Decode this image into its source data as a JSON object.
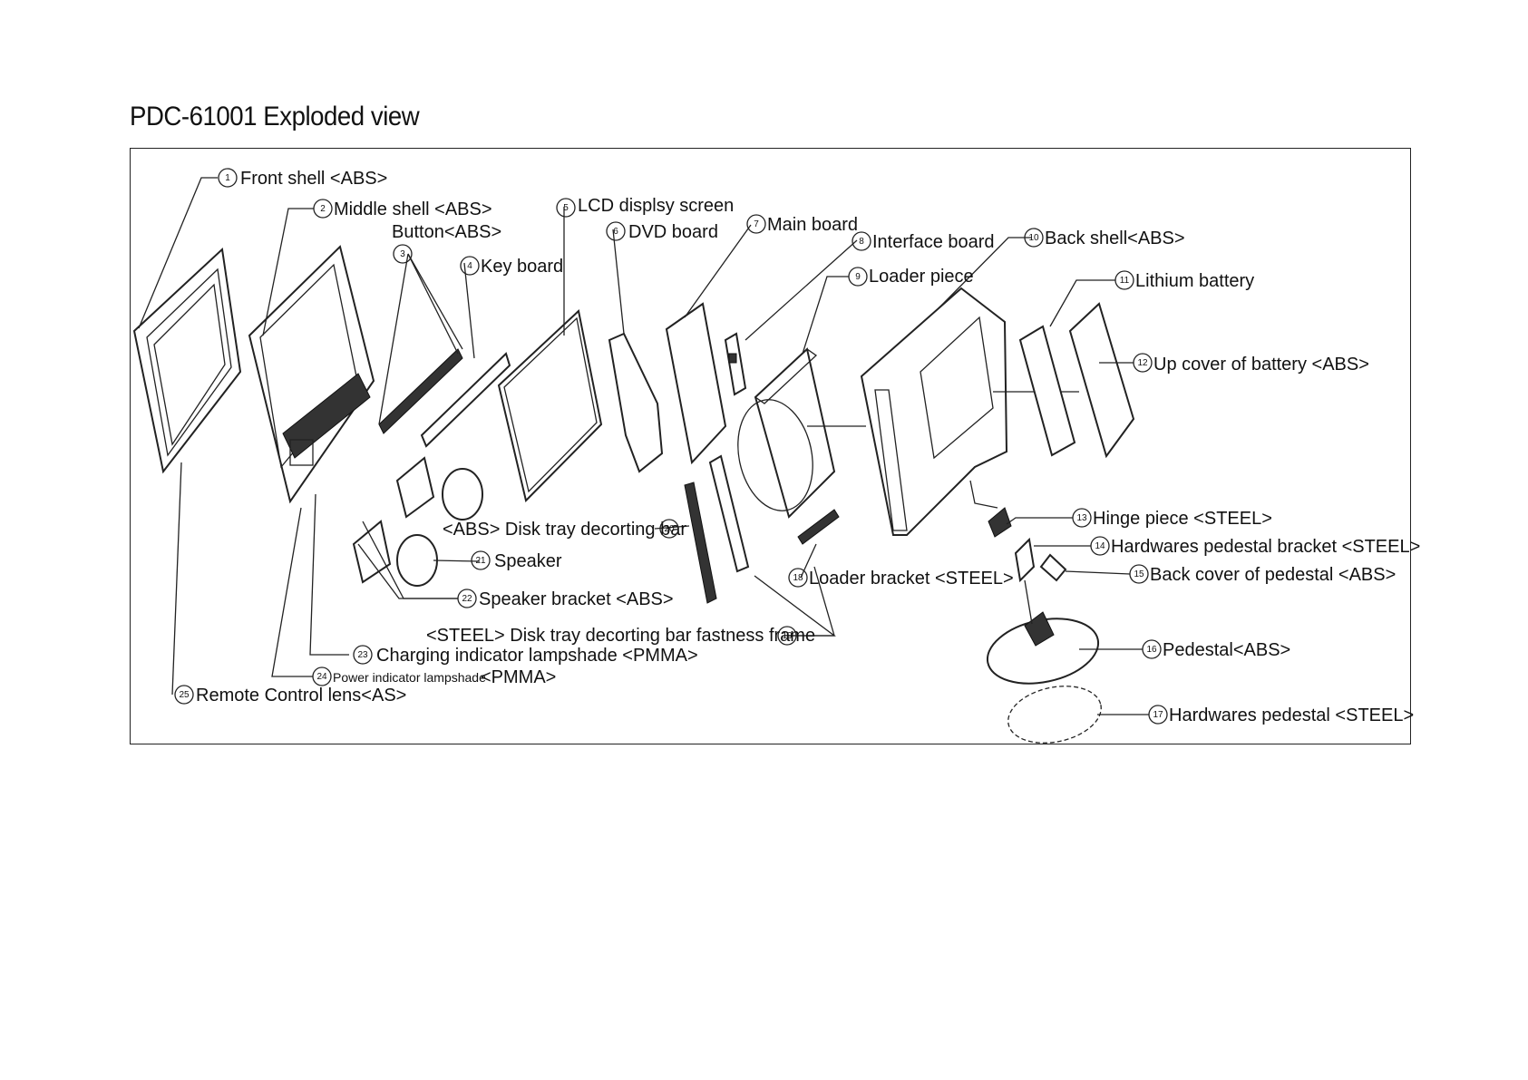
{
  "title": "PDC-61001 Exploded view",
  "callouts": [
    {
      "num": "1",
      "label": "Front shell  <ABS>"
    },
    {
      "num": "2",
      "label": "Middle shell <ABS>"
    },
    {
      "num": "3",
      "label": "Button<ABS>"
    },
    {
      "num": "4",
      "label": "Key board"
    },
    {
      "num": "5",
      "label": "LCD displsy screen"
    },
    {
      "num": "6",
      "label": "DVD board"
    },
    {
      "num": "7",
      "label": "Main board"
    },
    {
      "num": "8",
      "label": "Interface board"
    },
    {
      "num": "9",
      "label": "Loader piece"
    },
    {
      "num": "10",
      "label": "Back shell<ABS>"
    },
    {
      "num": "11",
      "label": "Lithium battery"
    },
    {
      "num": "12",
      "label": "Up cover of battery  <ABS>"
    },
    {
      "num": "13",
      "label": "Hinge piece <STEEL>"
    },
    {
      "num": "14",
      "label": "Hardwares pedestal bracket <STEEL>"
    },
    {
      "num": "15",
      "label": "Back cover of pedestal <ABS>"
    },
    {
      "num": "16",
      "label": "Pedestal<ABS>"
    },
    {
      "num": "17",
      "label": "Hardwares pedestal <STEEL>"
    },
    {
      "num": "18",
      "label": "Loader bracket <STEEL>"
    },
    {
      "num": "19",
      "label": "<STEEL>  Disk tray decorting bar fastness frame"
    },
    {
      "num": "20",
      "label": "<ABS> Disk tray decorting bar"
    },
    {
      "num": "21",
      "label": "Speaker"
    },
    {
      "num": "22",
      "label": "Speaker bracket <ABS>"
    },
    {
      "num": "23",
      "label": "Charging indicator lampshade <PMMA>"
    },
    {
      "num": "24",
      "label": "Power indicator lampshade",
      "suffix": "<PMMA>"
    },
    {
      "num": "25",
      "label": "Remote Control lens<AS>"
    }
  ]
}
